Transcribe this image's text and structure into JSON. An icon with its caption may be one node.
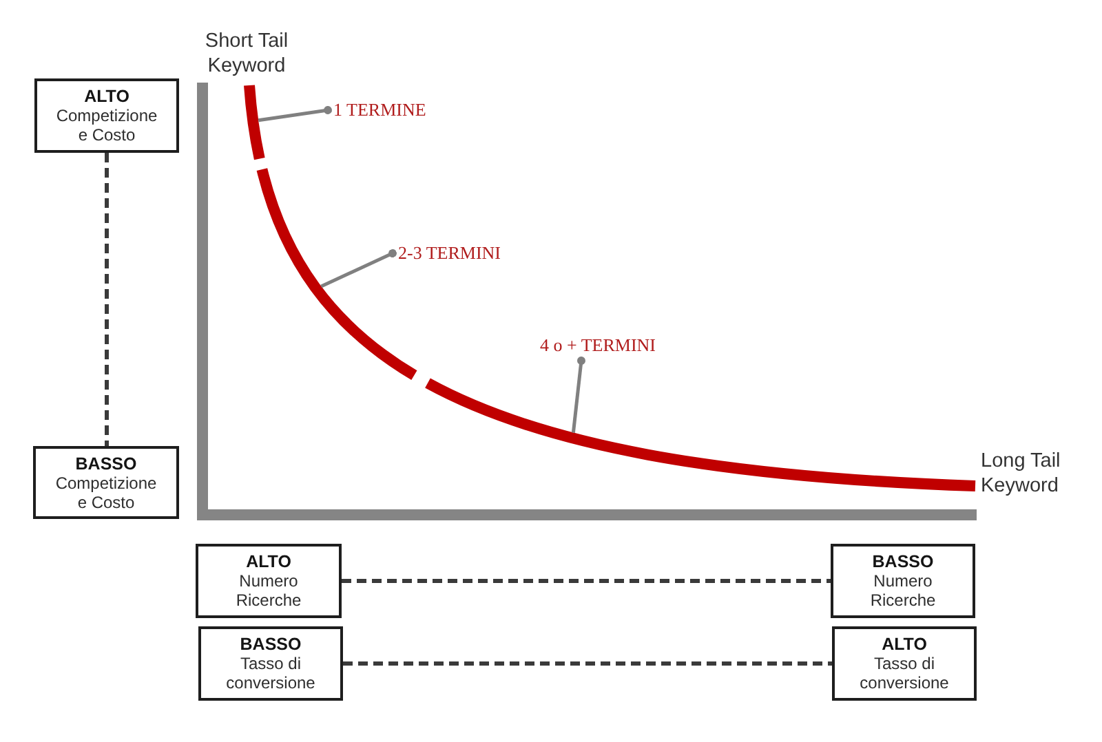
{
  "diagram": {
    "nodes": [
      {
        "text": [
          "ALTO",
          "Competizione e Costo"
        ]
      },
      {
        "text": [
          "BASSO",
          "Competizione e Costo"
        ]
      },
      {
        "text": [
          "ALTO",
          "Numero Ricerche"
        ]
      },
      {
        "text": [
          "BASSO",
          "Numero Ricerche"
        ]
      },
      {
        "text": [
          "BASSO",
          "Tasso di conversione"
        ]
      },
      {
        "text": [
          "ALTO",
          "Tasso di conversione"
        ]
      },
      {
        "text": [
          "1 TERMINE"
        ]
      },
      {
        "text": [
          "2-3 TERMINI"
        ]
      },
      {
        "text": [
          "4 o + TERMINI"
        ]
      },
      {
        "text": [],
        "shape": "arc"
      },
      {
        "text": [],
        "shape": "arc"
      },
      {
        "text": [],
        "shape": "arc"
      }
    ],
    "edges": [
      {
        "from": 0,
        "to": 1,
        "arrow": "none",
        "style": "dashed"
      },
      {
        "from": 2,
        "to": 3,
        "arrow": "none",
        "style": "dashed"
      },
      {
        "from": 4,
        "to": 5,
        "arrow": "none",
        "style": "dashed"
      },
      {
        "from": 6,
        "to": 9,
        "arrow": "other",
        "color": "#808080"
      },
      {
        "from": 7,
        "to": 10,
        "arrow": "other",
        "color": "#808080"
      },
      {
        "from": 8,
        "to": 11,
        "arrow": "other",
        "color": "#808080"
      }
    ],
    "labels": [
      "Short Tail Keyword",
      "Long Tail Keyword"
    ]
  }
}
